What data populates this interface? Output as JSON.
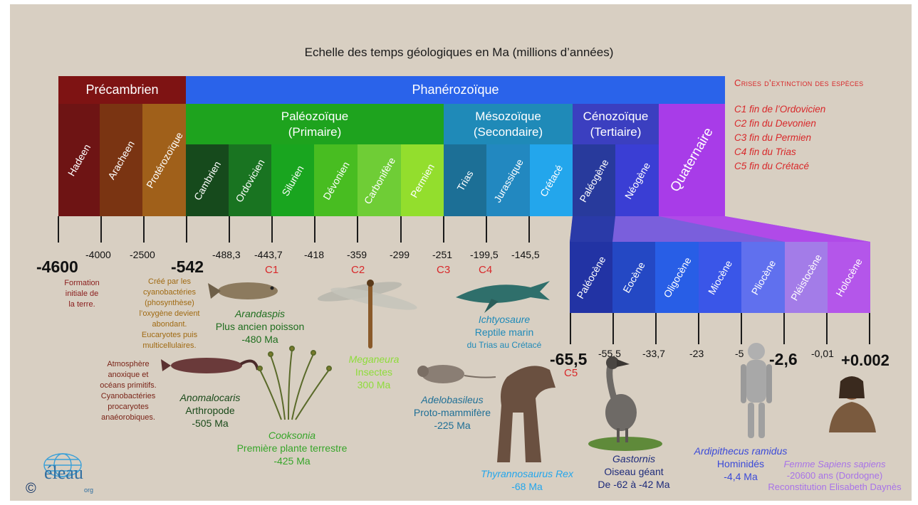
{
  "title": "Echelle des temps géologiques en Ma (millions d’années)",
  "eons": {
    "precambrian": "Précambrien",
    "phanerozoic": "Phanérozoïque"
  },
  "eras": {
    "paleozoic": [
      "Paléozoïque",
      "(Primaire)"
    ],
    "mesozoic": [
      "Mésozoïque",
      "(Secondaire)"
    ],
    "cenozoic": [
      "Cénozoïque",
      "(Tertiaire)"
    ],
    "quaternary": "Quaternaire"
  },
  "precambrian_periods": [
    "Hadeen",
    "Aracheen",
    "Protérozoïque"
  ],
  "periods": [
    "Cambrien",
    "Ordovicien",
    "Silurien",
    "Dévonien",
    "Carbonifère",
    "Permien",
    "Trias",
    "Jurassique",
    "Crétacé",
    "Paléogène",
    "Néogène"
  ],
  "epochs": [
    "Paléocène",
    "Eocène",
    "Oligocène",
    "Miocène",
    "Pliocène",
    "Pléistocène",
    "Holocène"
  ],
  "ticks_top": [
    "-4600",
    "-4000",
    "-2500",
    "-542",
    "-488,3",
    "-443,7",
    "-418",
    "-359",
    "-299",
    "-251",
    "-199,5",
    "-145,5"
  ],
  "ticks_bottom": [
    "-65,5",
    "-55,5",
    "-33,7",
    "-23",
    "-5",
    "-2,6",
    "-0,01",
    "+0.002"
  ],
  "crises": [
    "C1",
    "C2",
    "C3",
    "C4",
    "C5"
  ],
  "legend": {
    "title": "Crises d’extinction des espèces",
    "items": [
      "C1 fin de l’Ordovicien",
      "C2 fin du Devonien",
      "C3 fin du Permien",
      "C4 fin du Trias",
      "C5 fin du Crétacé"
    ]
  },
  "notes": {
    "formation": [
      "Formation",
      "initiale de",
      "la terre."
    ],
    "cyano": [
      "Créé par les",
      "cyanobactéries",
      "(phosynthèse)",
      "l’oxygène devient",
      "abondant.",
      "Eucaryotes puis",
      "multicellulaires."
    ],
    "atmosphere": [
      "Atmosphère",
      "anoxique et",
      "océans primitifs.",
      "Cyanobactéries",
      "procaryotes",
      "anaéorobiques."
    ]
  },
  "captions": {
    "arandaspis": [
      "Arandaspis",
      "Plus ancien poisson",
      "-480 Ma"
    ],
    "anomalocaris": [
      "Anomalocaris",
      "Arthropode",
      "-505 Ma"
    ],
    "cooksonia": [
      "Cooksonia",
      "Première plante terrestre",
      "-425 Ma"
    ],
    "meganeura": [
      "Meganeura",
      "Insectes",
      "300 Ma"
    ],
    "ichtyosaure": [
      "Ichtyosaure",
      "Reptile marin",
      "du Trias au Crétacé"
    ],
    "adelobasileus": [
      "Adelobasileus",
      "Proto-mammifère",
      "-225 Ma"
    ],
    "trex": [
      "Thyrannosaurus Rex",
      "-68 Ma"
    ],
    "gastornis": [
      "Gastornis",
      "Oiseau géant",
      "De -62 à -42 Ma"
    ],
    "ardipithecus": [
      "Ardipithecus ramidus",
      "Hominidés",
      "-4,4 Ma"
    ],
    "sapiens": [
      "Femme Sapiens sapiens",
      "-20600 ans (Dordogne)",
      "Reconstitution Elisabeth Daynès"
    ]
  },
  "logo": {
    "name": "éleau",
    "suffix": "org",
    "copyright": "©"
  },
  "colors": {
    "background": "#d8cfc2",
    "precambrian": "#7a1212",
    "phanerozoic": "#2a63ea",
    "paleozoic": "#1fa81f",
    "mesozoic": "#1f86b5",
    "cenozoic": "#3f40c4",
    "quaternary": "#a93de6",
    "crisis_red": "#d8282a"
  }
}
